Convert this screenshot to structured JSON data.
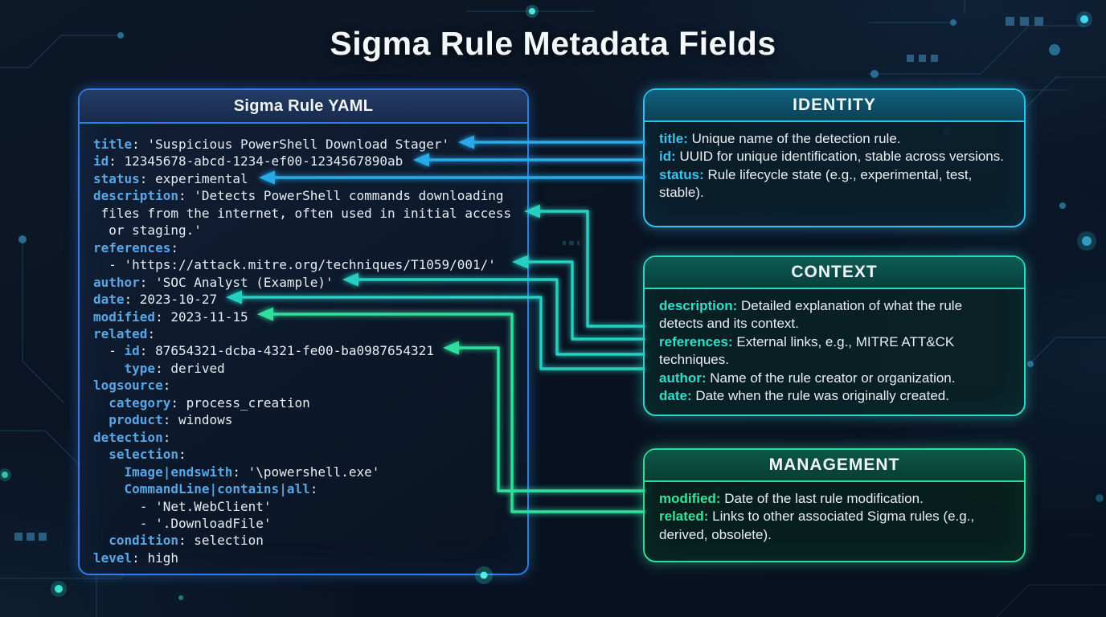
{
  "page_title": "Sigma Rule Metadata Fields",
  "colors": {
    "accent_blue": "#2aa9ea",
    "accent_teal": "#25d0c2",
    "accent_green": "#2ee09c",
    "yaml_border": "#2f7de2",
    "yaml_key": "#57a7e6",
    "identity_border": "#2fc2ef",
    "context_border": "#2bd9c6",
    "management_border": "#2fdd98"
  },
  "yaml_panel": {
    "title": "Sigma Rule YAML",
    "lines": [
      [
        {
          "k": "title"
        },
        {
          "t": ": 'Suspicious PowerShell Download Stager'"
        }
      ],
      [
        {
          "k": "id"
        },
        {
          "t": ": 12345678-abcd-1234-ef00-1234567890ab"
        }
      ],
      [
        {
          "k": "status"
        },
        {
          "t": ": experimental"
        }
      ],
      [
        {
          "k": "description"
        },
        {
          "t": ": 'Detects PowerShell commands downloading"
        }
      ],
      [
        {
          "t": " files from the internet, often used in initial access"
        }
      ],
      [
        {
          "t": "  or staging.'"
        }
      ],
      [
        {
          "k": "references"
        },
        {
          "t": ":"
        }
      ],
      [
        {
          "t": "  - 'https://attack.mitre.org/techniques/T1059/001/'"
        }
      ],
      [
        {
          "k": "author"
        },
        {
          "t": ": 'SOC Analyst (Example)'"
        }
      ],
      [
        {
          "k": "date"
        },
        {
          "t": ": 2023-10-27"
        }
      ],
      [
        {
          "k": "modified"
        },
        {
          "t": ": 2023-11-15"
        }
      ],
      [
        {
          "k": "related"
        },
        {
          "t": ":"
        }
      ],
      [
        {
          "t": "  - "
        },
        {
          "k": "id"
        },
        {
          "t": ": 87654321-dcba-4321-fe00-ba0987654321"
        }
      ],
      [
        {
          "t": "    "
        },
        {
          "k": "type"
        },
        {
          "t": ": derived"
        }
      ],
      [
        {
          "k": "logsource"
        },
        {
          "t": ":"
        }
      ],
      [
        {
          "t": "  "
        },
        {
          "k": "category"
        },
        {
          "t": ": process_creation"
        }
      ],
      [
        {
          "t": "  "
        },
        {
          "k": "product"
        },
        {
          "t": ": windows"
        }
      ],
      [
        {
          "k": "detection"
        },
        {
          "t": ":"
        }
      ],
      [
        {
          "t": "  "
        },
        {
          "k": "selection"
        },
        {
          "t": ":"
        }
      ],
      [
        {
          "t": "    "
        },
        {
          "k": "Image|endswith"
        },
        {
          "t": ": '\\powershell.exe'"
        }
      ],
      [
        {
          "t": "    "
        },
        {
          "k": "CommandLine|contains|all"
        },
        {
          "t": ":"
        }
      ],
      [
        {
          "t": "      - 'Net.WebClient'"
        }
      ],
      [
        {
          "t": "      - '.DownloadFile'"
        }
      ],
      [
        {
          "t": "  "
        },
        {
          "k": "condition"
        },
        {
          "t": ": selection"
        }
      ],
      [
        {
          "k": "level"
        },
        {
          "t": ": high"
        }
      ]
    ]
  },
  "panels": [
    {
      "id": "identity",
      "title": "IDENTITY",
      "entries": [
        {
          "term": "title:",
          "desc": "Unique name of the detection rule."
        },
        {
          "term": "id:",
          "desc": "UUID for unique identification, stable across versions."
        },
        {
          "term": "status:",
          "desc": "Rule lifecycle state (e.g., experimental, test, stable)."
        }
      ]
    },
    {
      "id": "context",
      "title": "CONTEXT",
      "entries": [
        {
          "term": "description:",
          "desc": "Detailed explanation of what the rule detects and its context."
        },
        {
          "term": "references:",
          "desc": "External links, e.g., MITRE ATT&CK techniques."
        },
        {
          "term": "author:",
          "desc": "Name of the rule creator or organization."
        },
        {
          "term": "date:",
          "desc": "Date when the rule was originally created."
        }
      ]
    },
    {
      "id": "management",
      "title": "MANAGEMENT",
      "entries": [
        {
          "term": "modified:",
          "desc": "Date of the last rule modification."
        },
        {
          "term": "related:",
          "desc": "Links to other associated Sigma rules (e.g., derived, obsolete)."
        }
      ]
    }
  ],
  "connections": [
    {
      "from": "title",
      "to": "IDENTITY",
      "color": "accent_blue"
    },
    {
      "from": "id",
      "to": "IDENTITY",
      "color": "accent_blue"
    },
    {
      "from": "status",
      "to": "IDENTITY",
      "color": "accent_blue"
    },
    {
      "from": "description",
      "to": "CONTEXT",
      "color": "accent_teal"
    },
    {
      "from": "references",
      "to": "CONTEXT",
      "color": "accent_teal"
    },
    {
      "from": "author",
      "to": "CONTEXT",
      "color": "accent_teal"
    },
    {
      "from": "date",
      "to": "CONTEXT",
      "color": "accent_teal"
    },
    {
      "from": "modified",
      "to": "MANAGEMENT",
      "color": "accent_green"
    },
    {
      "from": "related",
      "to": "MANAGEMENT",
      "color": "accent_green"
    }
  ]
}
